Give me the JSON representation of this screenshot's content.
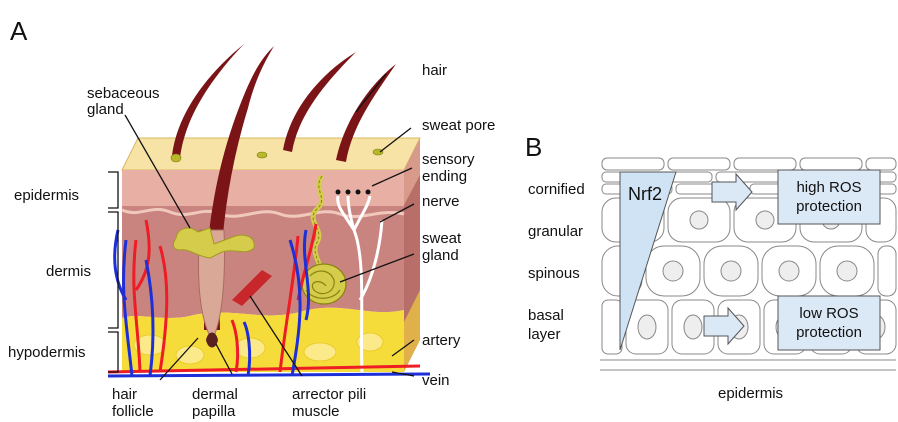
{
  "panel_a": {
    "letter": "A",
    "labels": {
      "sebaceous_1": "sebaceous",
      "sebaceous_2": "gland",
      "hair": "hair",
      "sweat_pore": "sweat pore",
      "sensory_1": "sensory",
      "sensory_2": "ending",
      "nerve": "nerve",
      "sweat_gland_1": "sweat",
      "sweat_gland_2": "gland",
      "artery": "artery",
      "vein": "vein",
      "epidermis": "epidermis",
      "dermis": "dermis",
      "hypodermis": "hypodermis",
      "hair_follicle_1": "hair",
      "hair_follicle_2": "follicle",
      "dermal_papilla_1": "dermal",
      "dermal_papilla_2": "papilla",
      "arrector_1": "arrector pili",
      "arrector_2": "muscle"
    }
  },
  "panel_b": {
    "letter": "B",
    "layers": {
      "cornified": "cornified",
      "granular": "granular",
      "spinous": "spinous",
      "basal_1": "basal",
      "basal_2": "layer"
    },
    "nrf2": "Nrf2",
    "high_box_1": "high ROS",
    "high_box_2": "protection",
    "low_box_1": "low ROS",
    "low_box_2": "protection",
    "footer": "epidermis"
  },
  "colors": {
    "skin_top": "#f7e3a6",
    "epidermis": "#e8b0a4",
    "dermis": "#c98480",
    "hypodermis": "#f6dc3a",
    "hair": "#7a1416",
    "artery": "#ee1c24",
    "vein": "#1d2fd6",
    "gland": "#d4cc4a",
    "box_fill": "#dbe9f7",
    "nrf2_fill": "#cfe3f5"
  }
}
